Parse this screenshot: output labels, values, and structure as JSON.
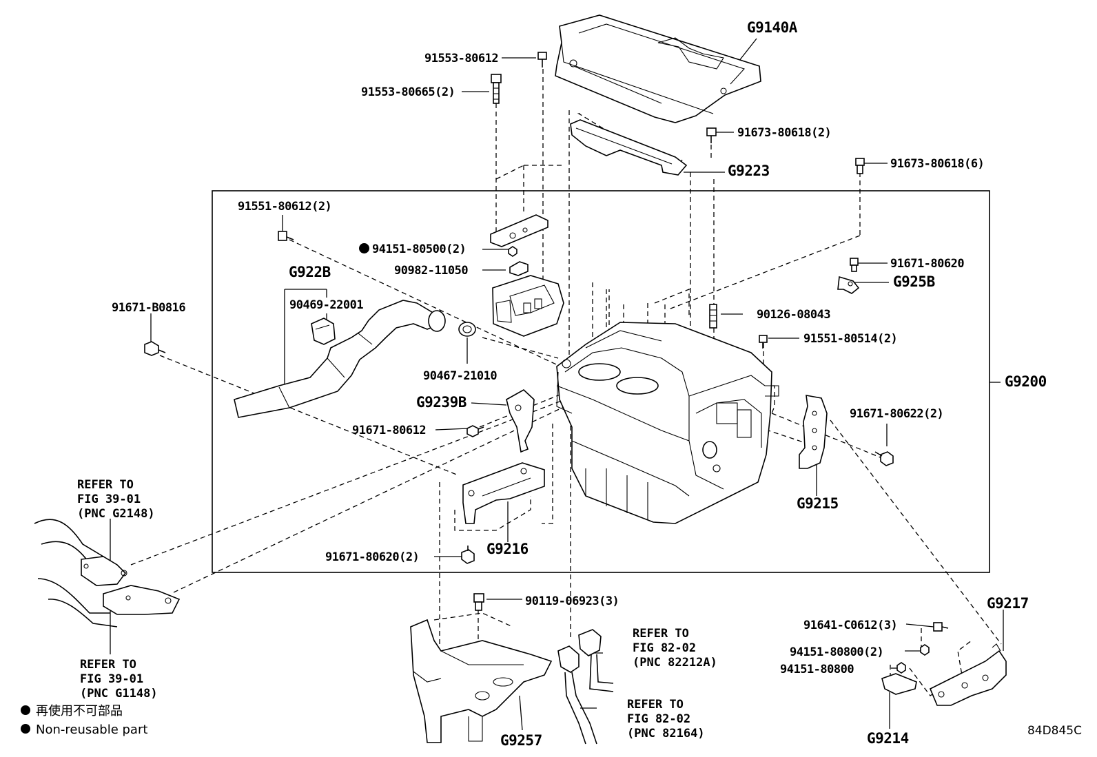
{
  "diagram": {
    "pnc_labels": {
      "g9140a": "G9140A",
      "g9223": "G9223",
      "g922b": "G922B",
      "g925b": "G925B",
      "g9239b": "G9239B",
      "g9200": "G9200",
      "g9215": "G9215",
      "g9216": "G9216",
      "g9217": "G9217",
      "g9214": "G9214",
      "g9257": "G9257"
    },
    "part_numbers": {
      "p91553_80612": "91553-80612",
      "p91553_80665": "91553-80665(2)",
      "p91673_80618_2": "91673-80618(2)",
      "p91673_80618_6": "91673-80618(6)",
      "p91551_80612": "91551-80612(2)",
      "p94151_80500": "94151-80500(2)",
      "p90982_11050": "90982-11050",
      "p91671_80620": "91671-80620",
      "p91671_b0816": "91671-B0816",
      "p90469_22001": "90469-22001",
      "p90126_08043": "90126-08043",
      "p91551_80514": "91551-80514(2)",
      "p90467_21010": "90467-21010",
      "p91671_80612": "91671-80612",
      "p91671_80622": "91671-80622(2)",
      "p91671_80620_2": "91671-80620(2)",
      "p90119_06923": "90119-06923(3)",
      "p91641_c0612": "91641-C0612(3)",
      "p94151_80800_2": "94151-80800(2)",
      "p94151_80800": "94151-80800"
    },
    "references": {
      "ref1": {
        "line1": "REFER TO",
        "line2": "FIG 39-01",
        "line3": "(PNC G2148)"
      },
      "ref2": {
        "line1": "REFER TO",
        "line2": "FIG 39-01",
        "line3": "(PNC G1148)"
      },
      "ref3": {
        "line1": "REFER TO",
        "line2": "FIG 82-02",
        "line3": "(PNC 82212A)"
      },
      "ref4": {
        "line1": "REFER TO",
        "line2": "FIG 82-02",
        "line3": "(PNC 82164)"
      }
    },
    "legend": {
      "japanese": "再使用不可部品",
      "english": "Non-reusable part"
    },
    "illustration_code": "84D845C"
  }
}
